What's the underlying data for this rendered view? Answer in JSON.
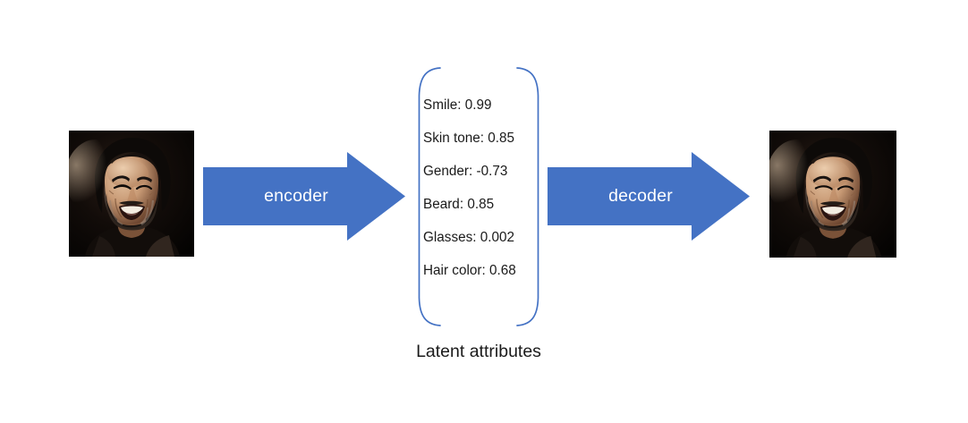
{
  "figure": {
    "background_color": "#ffffff",
    "accent_color": "#4472C4",
    "text_color": "#1a1a1a",
    "arrow_label_color": "#ffffff"
  },
  "input_image": {
    "alt": "portrait photo of a smiling bearded man on a dark background"
  },
  "output_image": {
    "alt": "reconstructed portrait photo of a smiling bearded man on a dark background"
  },
  "arrows": [
    {
      "name": "encoder",
      "label": "encoder"
    },
    {
      "name": "decoder",
      "label": "decoder"
    }
  ],
  "latent": {
    "caption": "Latent attributes",
    "attributes": [
      {
        "name": "Smile",
        "value": "0.99",
        "text": "Smile: 0.99"
      },
      {
        "name": "Skin tone",
        "value": "0.85",
        "text": "Skin tone: 0.85"
      },
      {
        "name": "Gender",
        "value": "-0.73",
        "text": "Gender: -0.73"
      },
      {
        "name": "Beard",
        "value": "0.85",
        "text": "Beard: 0.85"
      },
      {
        "name": "Glasses",
        "value": "0.002",
        "text": "Glasses: 0.002"
      },
      {
        "name": "Hair color",
        "value": "0.68",
        "text": "Hair color: 0.68"
      }
    ]
  }
}
